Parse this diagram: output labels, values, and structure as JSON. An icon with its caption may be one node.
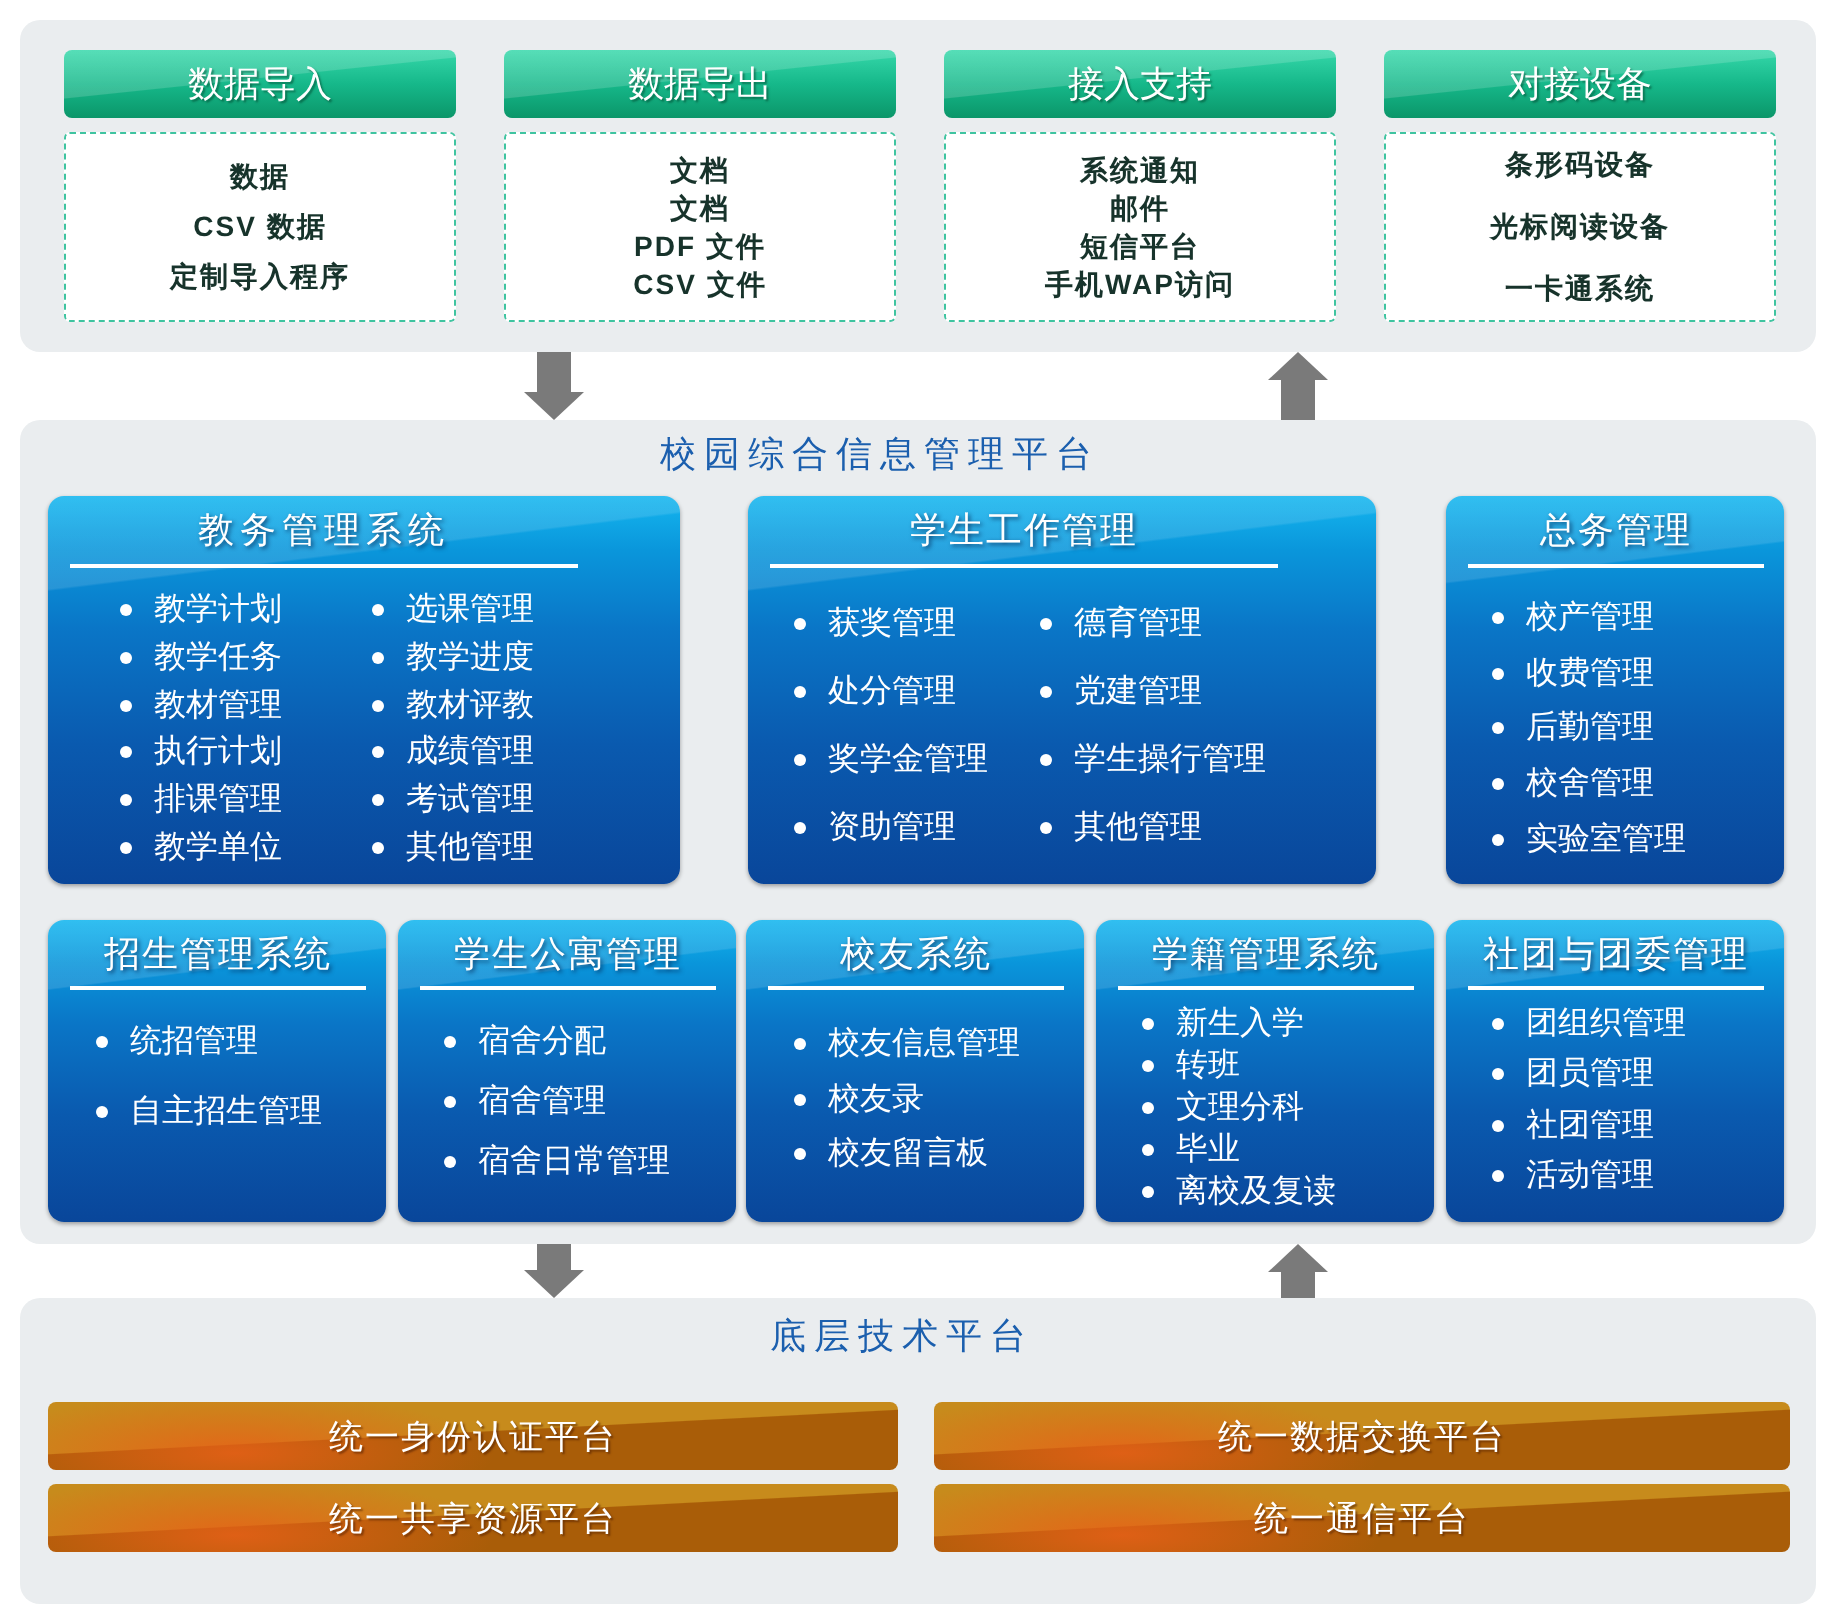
{
  "diagram": {
    "nodes": [
      {
        "text": [],
        "shape": "box"
      },
      {
        "text": [
          "数据导入"
        ],
        "in": 0
      },
      {
        "text": [
          "数据",
          "CSV 数据",
          "定制导入程序"
        ],
        "in": 0
      },
      {
        "text": [
          "数据导出"
        ],
        "in": 0
      },
      {
        "text": [
          "文档",
          "文档",
          "PDF 文件",
          "CSV 文件"
        ],
        "in": 0
      },
      {
        "text": [
          "接入支持"
        ],
        "in": 0
      },
      {
        "text": [
          "系统通知",
          "邮件",
          "短信平台",
          "手机WAP访问"
        ],
        "in": 0
      },
      {
        "text": [
          "对接设备"
        ],
        "in": 0
      },
      {
        "text": [
          "条形码设备",
          "光标阅读设备",
          "一卡通系统"
        ],
        "in": 0
      },
      {
        "text": [
          "校园综合信息管理平台"
        ]
      },
      {
        "text": [
          "教务管理系统",
          "教学计划",
          "选课管理",
          "教学任务",
          "教学进度",
          "教材管理",
          "教材评教",
          "执行计划",
          "成绩管理",
          "排课管理",
          "考试管理",
          "教学单位",
          "其他管理"
        ],
        "in": 9
      },
      {
        "text": [
          "学生工作管理",
          "获奖管理",
          "德育管理",
          "处分管理",
          "党建管理",
          "奖学金管理",
          "学生操行管理",
          "资助管理",
          "其他管理"
        ],
        "in": 9
      },
      {
        "text": [
          "总务管理",
          "校产管理",
          "收费管理",
          "后勤管理",
          "校舍管理",
          "实验室管理"
        ],
        "in": 9
      },
      {
        "text": [
          "招生管理系统",
          "统招管理",
          "自主招生管理"
        ],
        "in": 9
      },
      {
        "text": [
          "学生公寓管理",
          "宿舍分配",
          "宿舍管理",
          "宿舍日常管理"
        ],
        "in": 9
      },
      {
        "text": [
          "校友系统",
          "校友信息管理",
          "校友录",
          "校友留言板"
        ],
        "in": 9
      },
      {
        "text": [
          "学籍管理系统",
          "新生入学",
          "转班",
          "文理分科",
          "毕业",
          "离校及复读"
        ],
        "in": 9
      },
      {
        "text": [
          "社团与团委管理",
          "团组织管理",
          "团员管理",
          "社团管理",
          "活动管理"
        ],
        "in": 9
      },
      {
        "text": [
          "底层技术平台"
        ]
      },
      {
        "text": [
          "统一身份认证平台"
        ],
        "in": 18
      },
      {
        "text": [
          "统一数据交换平台"
        ],
        "in": 18
      },
      {
        "text": [
          "统一共享资源平台"
        ],
        "in": 18
      },
      {
        "text": [
          "统一通信平台"
        ],
        "in": 18
      }
    ],
    "edges": [
      {
        "from": 0,
        "to": 9,
        "arrow": "to"
      },
      {
        "from": 9,
        "to": 0,
        "arrow": "to"
      },
      {
        "from": 9,
        "to": 18,
        "arrow": "to"
      },
      {
        "from": 18,
        "to": 9,
        "arrow": "to"
      }
    ]
  }
}
